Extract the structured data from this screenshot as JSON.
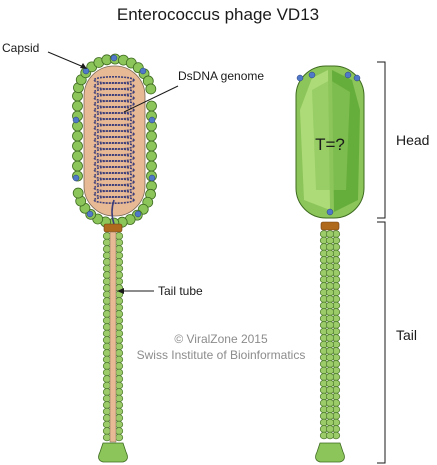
{
  "title": "Enterococcus phage VD13",
  "labels": {
    "capsid": "Capsid",
    "genome": "DsDNA genome",
    "tail_tube": "Tail tube",
    "head": "Head",
    "tail": "Tail",
    "triangulation": "T=?"
  },
  "credit": {
    "line1": "© ViralZone 2015",
    "line2": "Swiss Institute of Bioinformatics"
  },
  "colors": {
    "capsid_green": "#8cc55a",
    "capsid_green_dark": "#4e8f2a",
    "capsid_interior": "#e8b995",
    "dna_blue": "#3d3f7a",
    "vertex_blue": "#4f78c8",
    "collar_brown": "#b06a1e",
    "tail_green": "#9ccc6a",
    "head_green_light": "#a6d86e",
    "head_green_dark": "#5aa633"
  }
}
